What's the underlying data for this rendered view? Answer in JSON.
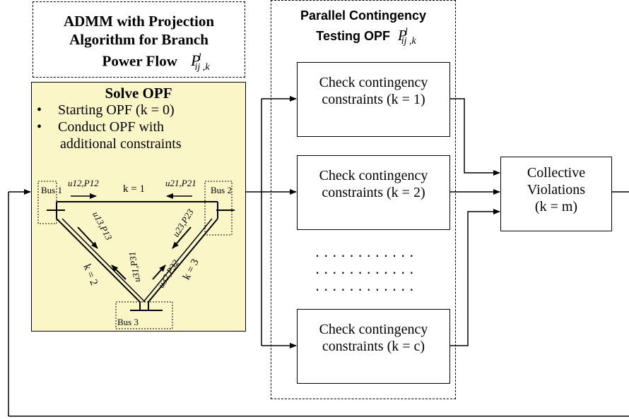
{
  "admm": {
    "line1": "ADMM with Projection",
    "line2": "Algorithm for Branch",
    "line3": "Power Flow",
    "math_P": "P",
    "math_sup": "l",
    "math_sub": "ij ,k"
  },
  "parallel": {
    "line1": "Parallel Contingency",
    "line2": "Testing OPF",
    "math_P": "P",
    "math_sup": "l",
    "math_sub": "ij ,k"
  },
  "solve": {
    "title": "Solve OPF",
    "bullet1": "Starting OPF (k = 0)",
    "bullet2_line1": "Conduct OPF with",
    "bullet2_line2": "additional constraints"
  },
  "network": {
    "bus1": "Bus 1",
    "bus2": "Bus 2",
    "bus3": "Bus 3",
    "k1": "k = 1",
    "k2": "k = 2",
    "k3": "k = 3",
    "l12": "u12,P12",
    "l21": "u21,P21",
    "l13": "u13,P13",
    "l23": "u23,P23",
    "l31": "u31,P31",
    "l32": "u32,P32"
  },
  "checks": [
    {
      "line1": "Check contingency",
      "line2": "constraints (k = 1)"
    },
    {
      "line1": "Check contingency",
      "line2": "constraints (k = 2)"
    },
    {
      "line1": "Check contingency",
      "line2": "constraints (k = c)"
    }
  ],
  "dots": [
    "............",
    "............",
    "............"
  ],
  "collective": {
    "line1": "Collective",
    "line2": "Violations",
    "line3": "(k = m)"
  }
}
